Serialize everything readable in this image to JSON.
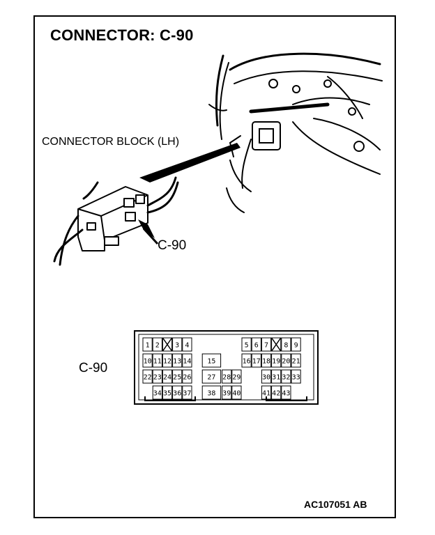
{
  "title": "CONNECTOR: C-90",
  "labels": {
    "connector_block": "CONNECTOR BLOCK (LH)",
    "c90_arrow": "C-90",
    "c90_face": "C-90"
  },
  "figure_code": "AC107051 AB",
  "connector": {
    "pins": [
      {
        "n": "1",
        "row": 0,
        "col": 0
      },
      {
        "n": "2",
        "row": 0,
        "col": 1
      },
      {
        "n": "3",
        "row": 0,
        "col": 3
      },
      {
        "n": "4",
        "row": 0,
        "col": 4
      },
      {
        "n": "5",
        "row": 0,
        "col": 10
      },
      {
        "n": "6",
        "row": 0,
        "col": 11
      },
      {
        "n": "7",
        "row": 0,
        "col": 12
      },
      {
        "n": "8",
        "row": 0,
        "col": 14
      },
      {
        "n": "9",
        "row": 0,
        "col": 15
      },
      {
        "n": "10",
        "row": 1,
        "col": 0
      },
      {
        "n": "11",
        "row": 1,
        "col": 1
      },
      {
        "n": "12",
        "row": 1,
        "col": 2
      },
      {
        "n": "13",
        "row": 1,
        "col": 3
      },
      {
        "n": "14",
        "row": 1,
        "col": 4
      },
      {
        "n": "15",
        "row": 1,
        "col": 6,
        "wide": true
      },
      {
        "n": "16",
        "row": 1,
        "col": 10
      },
      {
        "n": "17",
        "row": 1,
        "col": 11
      },
      {
        "n": "18",
        "row": 1,
        "col": 12
      },
      {
        "n": "19",
        "row": 1,
        "col": 13
      },
      {
        "n": "20",
        "row": 1,
        "col": 14
      },
      {
        "n": "21",
        "row": 1,
        "col": 15
      },
      {
        "n": "22",
        "row": 2,
        "col": 0
      },
      {
        "n": "23",
        "row": 2,
        "col": 1
      },
      {
        "n": "24",
        "row": 2,
        "col": 2
      },
      {
        "n": "25",
        "row": 2,
        "col": 3
      },
      {
        "n": "26",
        "row": 2,
        "col": 4
      },
      {
        "n": "27",
        "row": 2,
        "col": 6,
        "wide": true
      },
      {
        "n": "28",
        "row": 2,
        "col": 8
      },
      {
        "n": "29",
        "row": 2,
        "col": 9
      },
      {
        "n": "30",
        "row": 2,
        "col": 12
      },
      {
        "n": "31",
        "row": 2,
        "col": 13
      },
      {
        "n": "32",
        "row": 2,
        "col": 14
      },
      {
        "n": "33",
        "row": 2,
        "col": 15
      },
      {
        "n": "34",
        "row": 3,
        "col": 1
      },
      {
        "n": "35",
        "row": 3,
        "col": 2
      },
      {
        "n": "36",
        "row": 3,
        "col": 3
      },
      {
        "n": "37",
        "row": 3,
        "col": 4
      },
      {
        "n": "38",
        "row": 3,
        "col": 6,
        "wide": true
      },
      {
        "n": "39",
        "row": 3,
        "col": 8
      },
      {
        "n": "40",
        "row": 3,
        "col": 9
      },
      {
        "n": "41",
        "row": 3,
        "col": 12
      },
      {
        "n": "42",
        "row": 3,
        "col": 13
      },
      {
        "n": "43",
        "row": 3,
        "col": 14
      }
    ],
    "blanked": [
      {
        "row": 0,
        "col": 2
      },
      {
        "row": 0,
        "col": 13
      }
    ]
  }
}
